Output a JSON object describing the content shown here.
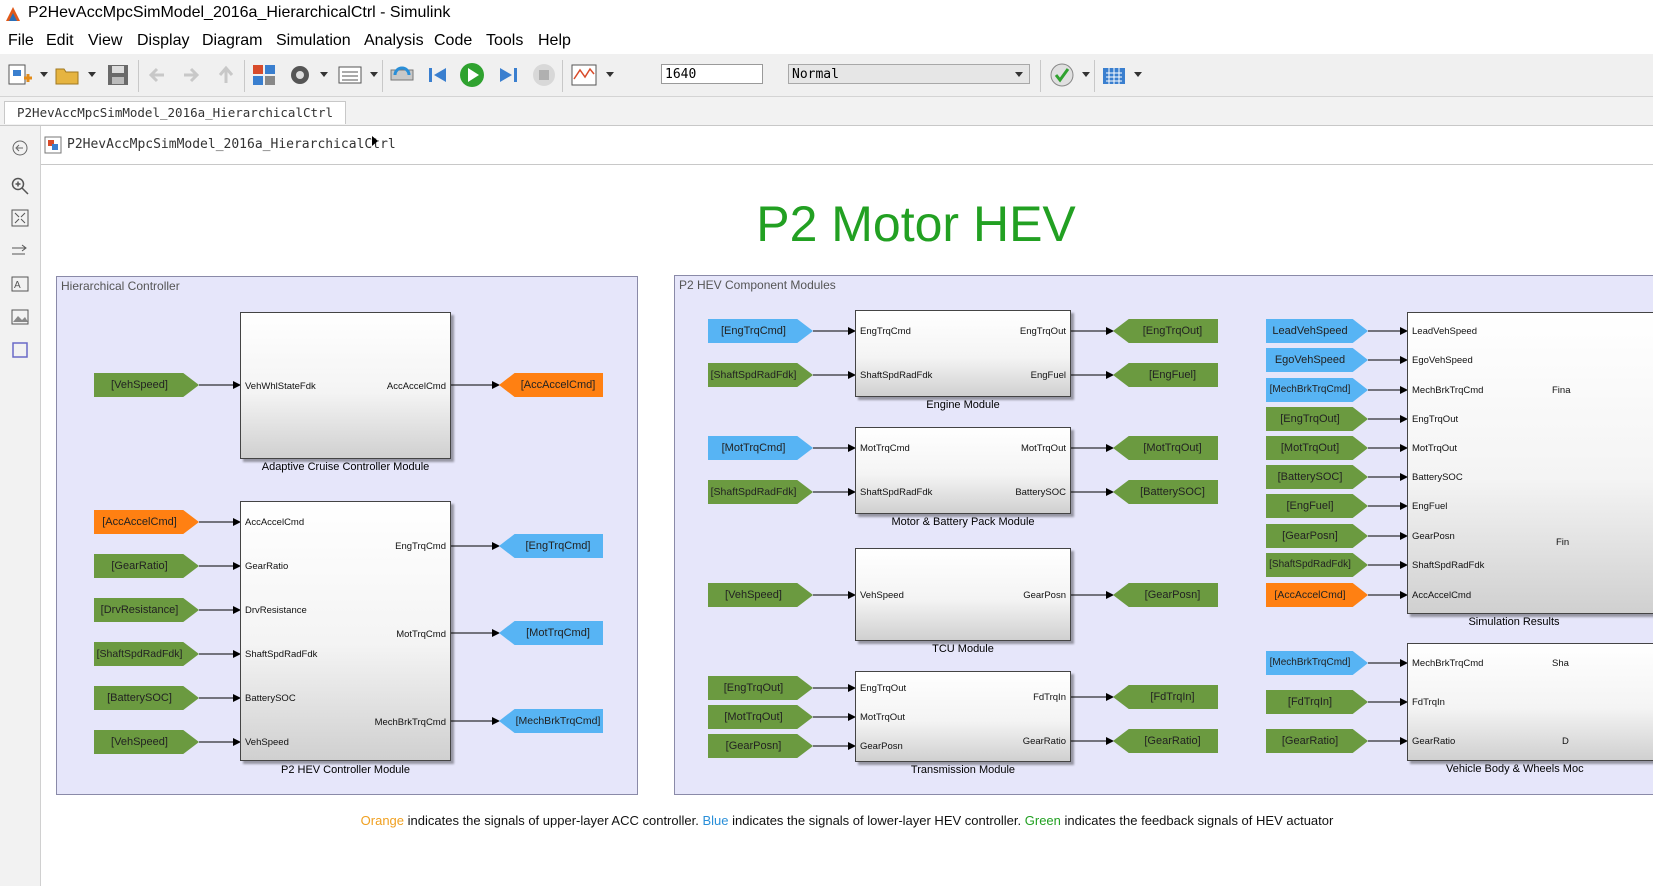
{
  "window": {
    "title": "P2HevAccMpcSimModel_2016a_HierarchicalCtrl - Simulink"
  },
  "menu": [
    "File",
    "Edit",
    "View",
    "Display",
    "Diagram",
    "Simulation",
    "Analysis",
    "Code",
    "Tools",
    "Help"
  ],
  "toolbar": {
    "stop_time": "1640",
    "sim_mode": "Normal",
    "icons": [
      "new-model-icon",
      "open-icon",
      "save-icon",
      "back-icon",
      "forward-icon",
      "up-icon",
      "library-browser-icon",
      "model-config-icon",
      "model-explorer-icon",
      "update-diagram-icon",
      "step-back-icon",
      "run-icon",
      "step-forward-icon",
      "stop-icon",
      "scope-icon",
      "model-advisor-icon",
      "build-icon"
    ]
  },
  "tab": {
    "label": "P2HevAccMpcSimModel_2016a_HierarchicalCtrl"
  },
  "address": {
    "path": "P2HevAccMpcSimModel_2016a_HierarchicalCtrl"
  },
  "palette": [
    "zoom-in-icon",
    "fit-view-icon",
    "arrow-connect-icon",
    "annotation-icon",
    "image-icon",
    "area-icon"
  ],
  "diagram": {
    "title": "P2 Motor HEV",
    "areas": {
      "controller": "Hierarchical Controller",
      "components": "P2 HEV Component  Modules"
    },
    "blocks": {
      "acc": {
        "name": "Adaptive Cruise Controller Module",
        "inports": [
          "VehWhlStateFdk"
        ],
        "outports": [
          "AccAccelCmd"
        ]
      },
      "hevctrl": {
        "name": "P2 HEV Controller Module",
        "inports": [
          "AccAccelCmd",
          "GearRatio",
          "DrvResistance",
          "ShaftSpdRadFdk",
          "BatterySOC",
          "VehSpeed"
        ],
        "outports": [
          "EngTrqCmd",
          "MotTrqCmd",
          "MechBrkTrqCmd"
        ]
      },
      "engine": {
        "name": "Engine Module",
        "inports": [
          "EngTrqCmd",
          "ShaftSpdRadFdk"
        ],
        "outports": [
          "EngTrqOut",
          "EngFuel"
        ]
      },
      "motor": {
        "name": "Motor & Battery Pack Module",
        "inports": [
          "MotTrqCmd",
          "ShaftSpdRadFdk"
        ],
        "outports": [
          "MotTrqOut",
          "BatterySOC"
        ]
      },
      "tcu": {
        "name": "TCU Module",
        "inports": [
          "VehSpeed"
        ],
        "outports": [
          "GearPosn"
        ]
      },
      "trans": {
        "name": "Transmission Module",
        "inports": [
          "EngTrqOut",
          "MotTrqOut",
          "GearPosn"
        ],
        "outports": [
          "FdTrqIn",
          "GearRatio"
        ]
      },
      "simres": {
        "name": "Simulation Results",
        "inports": [
          "LeadVehSpeed",
          "EgoVehSpeed",
          "MechBrkTrqCmd",
          "EngTrqOut",
          "MotTrqOut",
          "BatterySOC",
          "EngFuel",
          "GearPosn",
          "ShaftSpdRadFdk",
          "AccAccelCmd"
        ],
        "outports_partial": [
          "Fina",
          "Fin"
        ]
      },
      "vehbody": {
        "name": "Vehicle Body & Wheels Moc",
        "inports": [
          "MechBrkTrqCmd",
          "FdTrqIn",
          "GearRatio"
        ],
        "outports_partial": [
          "Sha",
          "D"
        ]
      }
    },
    "tags": {
      "acc_in": [
        "[VehSpeed]"
      ],
      "acc_out": [
        "[AccAccelCmd]"
      ],
      "hev_in": [
        "[AccAccelCmd]",
        "[GearRatio]",
        "[DrvResistance]",
        "[ShaftSpdRadFdk]",
        "[BatterySOC]",
        "[VehSpeed]"
      ],
      "hev_out": [
        "[EngTrqCmd]",
        "[MotTrqCmd]",
        "[MechBrkTrqCmd]"
      ],
      "eng_in": [
        "[EngTrqCmd]",
        "[ShaftSpdRadFdk]"
      ],
      "eng_out": [
        "[EngTrqOut]",
        "[EngFuel]"
      ],
      "mot_in": [
        "[MotTrqCmd]",
        "[ShaftSpdRadFdk]"
      ],
      "mot_out": [
        "[MotTrqOut]",
        "[BatterySOC]"
      ],
      "tcu_in": [
        "[VehSpeed]"
      ],
      "tcu_out": [
        "[GearPosn]"
      ],
      "trans_in": [
        "[EngTrqOut]",
        "[MotTrqOut]",
        "[GearPosn]"
      ],
      "trans_out": [
        "[FdTrqIn]",
        "[GearRatio]"
      ],
      "sim_in": [
        "LeadVehSpeed",
        "EgoVehSpeed",
        "[MechBrkTrqCmd]",
        "[EngTrqOut]",
        "[MotTrqOut]",
        "[BatterySOC]",
        "[EngFuel]",
        "[GearPosn]",
        "[ShaftSpdRadFdk]",
        "[AccAccelCmd]"
      ],
      "veh_in": [
        "[MechBrkTrqCmd]",
        "[FdTrqIn]",
        "[GearRatio]"
      ]
    },
    "colors": {
      "orange": "#ff8012",
      "blue": "#57b4f4",
      "green": "#6b9a40",
      "title_green": "#22a022"
    },
    "legend": {
      "orange_word": "Orange",
      "orange_text": " indicates the signals of upper-layer ACC controller. ",
      "blue_word": "Blue",
      "blue_text": " indicates the signals of lower-layer HEV controller. ",
      "green_word": "Green",
      "green_text": " indicates the feedback signals of HEV actuator"
    }
  }
}
